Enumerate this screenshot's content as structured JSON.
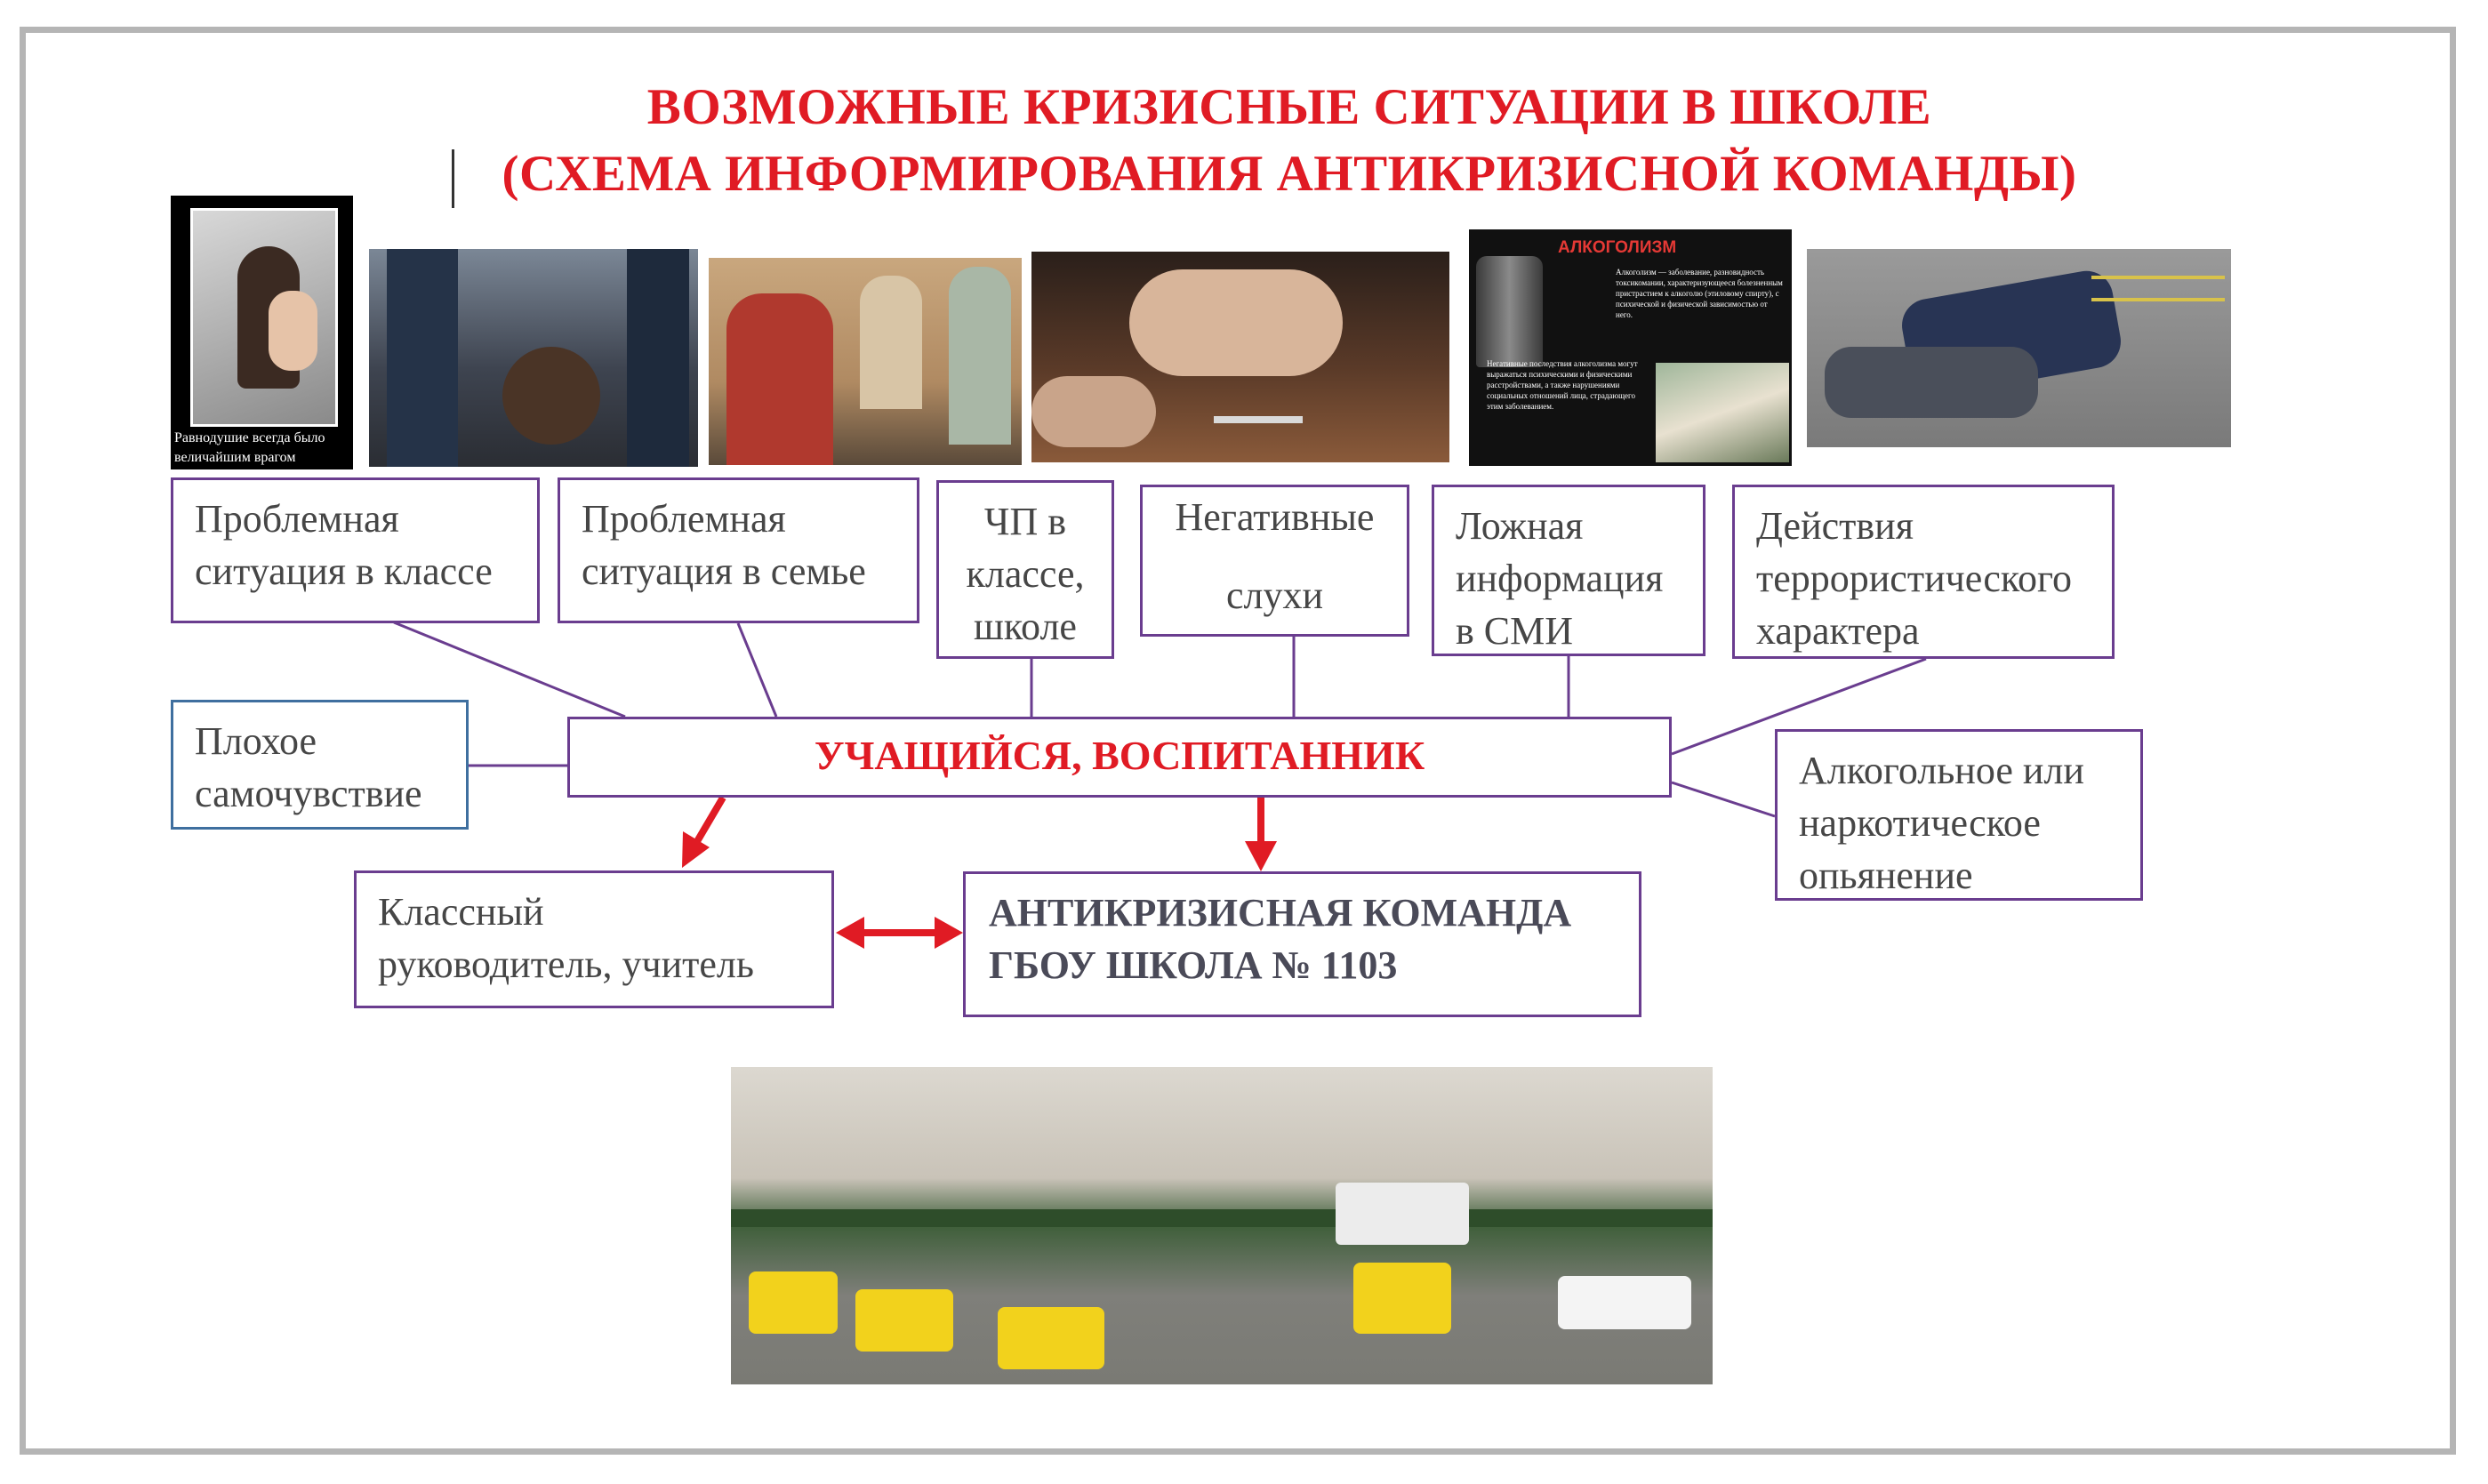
{
  "title": {
    "line1": "ВОЗМОЖНЫЕ КРИЗИСНЫЕ СИТУАЦИИ В ШКОЛЕ",
    "line2": "(СХЕМА ИНФОРМИРОВАНИЯ АНТИКРИЗИСНОЙ КОМАНДЫ)"
  },
  "photos": {
    "p1": {
      "caption": "Равнодушие всегда было величайшим врагом нравственности"
    },
    "p5": {
      "heading": "АЛКОГОЛИЗМ",
      "text1": "Алкоголизм — заболевание, разновидность токсикомании, характеризующееся болезненным пристрастием к алкоголю (этиловому спирту), с психической и физической зависимостью от него.",
      "text2": "Негативные последствия алкоголизма могут выражаться психическими и физическими расстройствами, а также нарушениями социальных отношений лица, страдающего этим заболеванием."
    }
  },
  "boxes": {
    "class_problem": "Проблемная\nситуация в классе",
    "family_problem": "Проблемная\nситуация в семье",
    "emergency": "ЧП в\nклассе,\nшколе",
    "rumors": "Негативные\n\nслухи",
    "media": "Ложная\nинформация\nв СМИ",
    "terror": "Действия\nтеррористического\nхарактера",
    "health": "Плохое\nсамочувствие",
    "intoxication": "Алкогольное или\nнаркотическое\nопьянение",
    "teacher": "Классный\nруководитель, учитель"
  },
  "center": "УЧАЩИЙСЯ, ВОСПИТАННИК",
  "team": {
    "line1": "АНТИКРИЗИСНАЯ КОМАНДА",
    "line2": "ГБОУ ШКОЛА № 1103"
  },
  "colors": {
    "title": "#e01b24",
    "box_border": "#6a3d8f",
    "arrow": "#e01b24",
    "frame": "#b5b5b5"
  }
}
